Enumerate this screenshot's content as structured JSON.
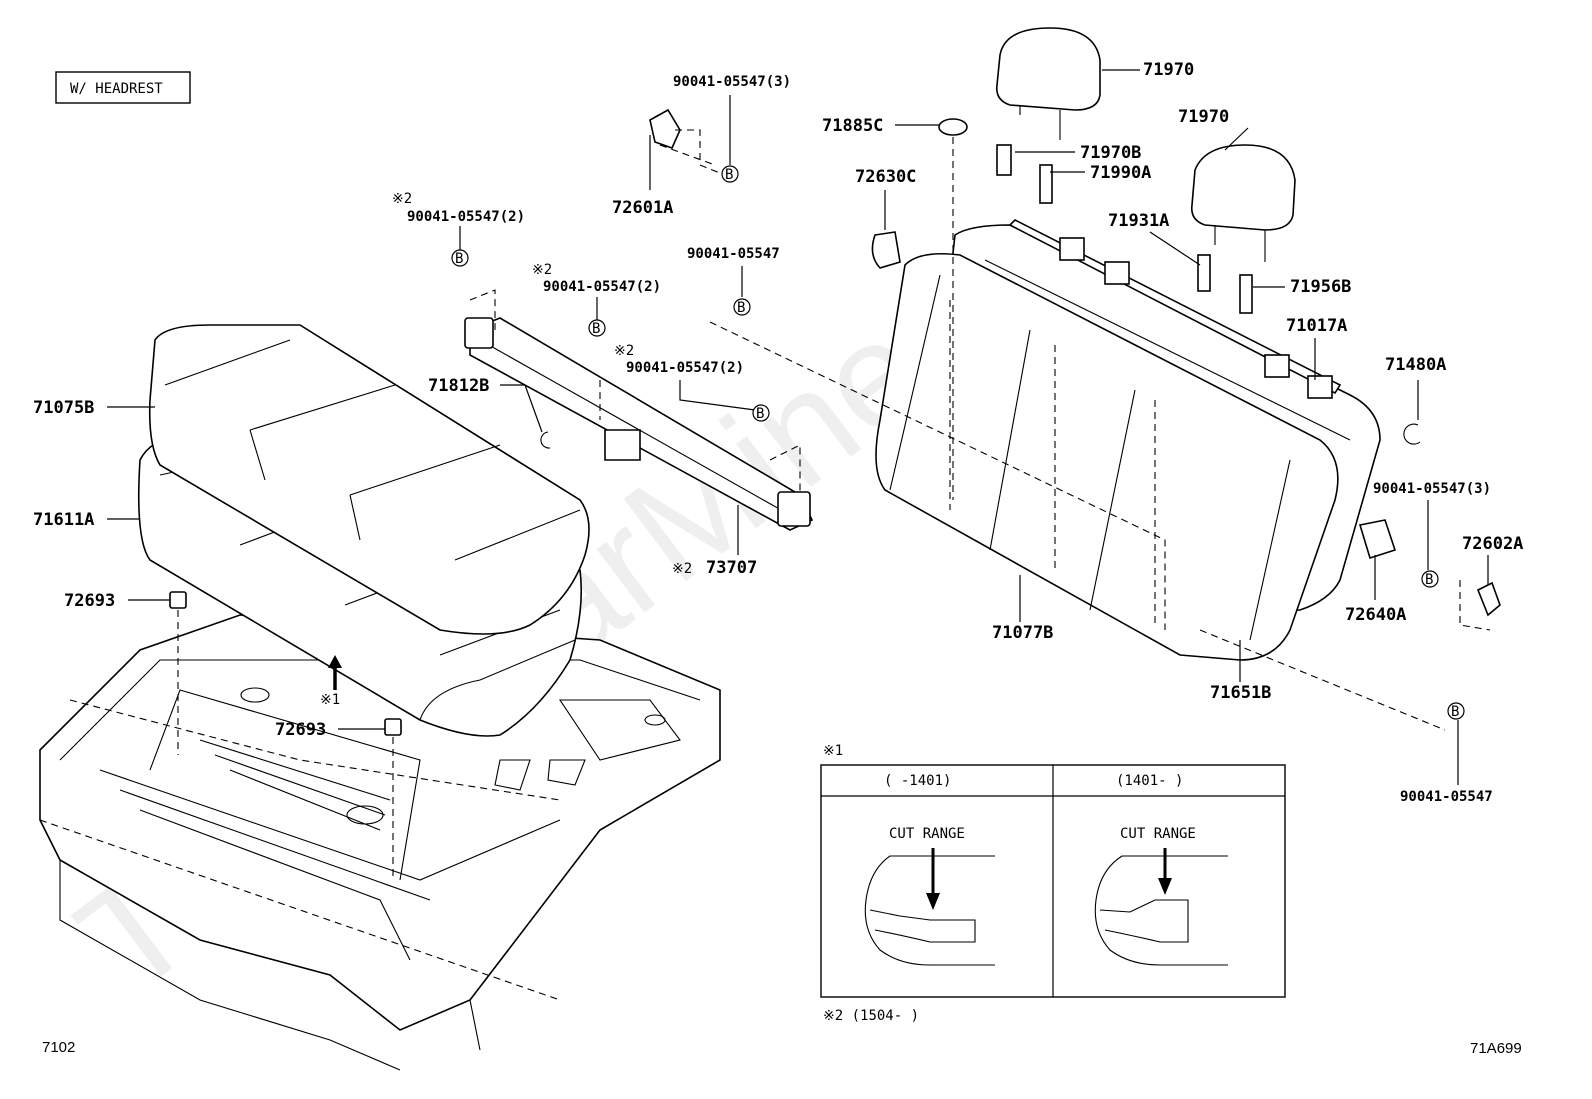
{
  "header_box": "W/ HEADREST",
  "labels": {
    "l71970a": "71970",
    "l71970b": "71970",
    "l71970B": "71970B",
    "l71990A": "71990A",
    "l71885C": "71885C",
    "l72630C": "72630C",
    "l71931A": "71931A",
    "l71956B": "71956B",
    "l71017A": "71017A",
    "l71480A": "71480A",
    "l72602A": "72602A",
    "l72640A": "72640A",
    "l71077B": "71077B",
    "l71651B": "71651B",
    "l71075B": "71075B",
    "l71611A": "71611A",
    "l72693a": "72693",
    "l72693b": "72693",
    "l71812B": "71812B",
    "l73707": "73707",
    "l72601A": "72601A"
  },
  "bolts": {
    "b_72601": "90041-05547(3)",
    "b_left2": "90041-05547(2)",
    "b_mid2": "90041-05547(2)",
    "b_center": "90041-05547",
    "b_low2": "90041-05547(2)",
    "b_right3": "90041-05547(3)",
    "b_bottom": "90041-05547"
  },
  "marks": {
    "m2": "※2",
    "m1": "※1",
    "b": "B"
  },
  "inset": {
    "title": "※1",
    "col1_header": "(     -1401)",
    "col2_header": "(1401-     )",
    "cut_label": "CUT RANGE"
  },
  "footnote": "※2 (1504-     )",
  "footer_left": "7102",
  "footer_right": "71A699",
  "watermark": "ToyotaCarMine.ru"
}
